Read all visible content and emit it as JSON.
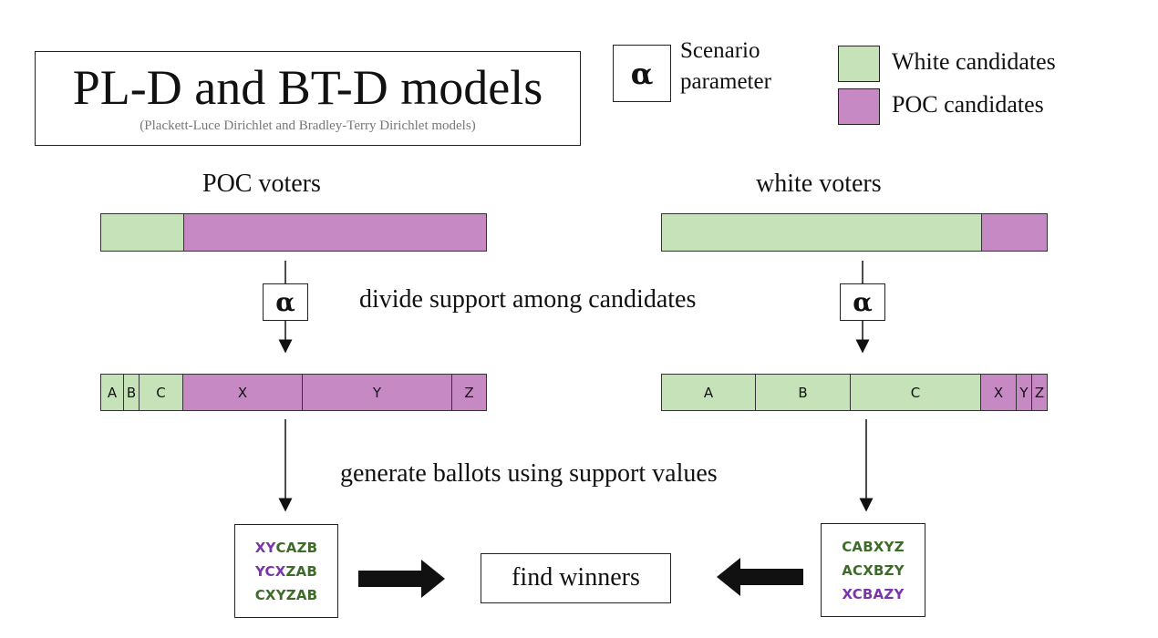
{
  "title": {
    "main": "PL-D and BT-D models",
    "subtitle": "(Plackett-Luce Dirichlet and Bradley-Terry Dirichlet models)"
  },
  "legend": {
    "alpha_symbol": "α",
    "alpha_label_line1": "Scenario",
    "alpha_label_line2": "parameter",
    "white_label": "White candidates",
    "poc_label": "POC candidates",
    "white_color": "#c6e2b8",
    "poc_color": "#c789c4"
  },
  "groups": {
    "poc_title": "POC voters",
    "white_title": "white voters"
  },
  "steps": {
    "divide": "divide support among candidates",
    "generate": "generate ballots using support values",
    "find": "find winners"
  },
  "alpha_symbol": "α",
  "poc_bar": {
    "labels": [
      "A",
      "B",
      "C",
      "X",
      "Y",
      "Z"
    ]
  },
  "white_bar": {
    "labels": [
      "A",
      "B",
      "C",
      "X",
      "Y",
      "Z"
    ]
  },
  "ballots": {
    "poc": [
      [
        [
          "XY",
          "p"
        ],
        [
          "CAZB",
          "g"
        ]
      ],
      [
        [
          "YCX",
          "p"
        ],
        [
          "ZAB",
          "g"
        ]
      ],
      [
        [
          "CXYZAB",
          "g"
        ]
      ]
    ],
    "white": [
      [
        [
          "CABXYZ",
          "g"
        ]
      ],
      [
        [
          "ACXBZY",
          "g"
        ]
      ],
      [
        [
          "XCBAZY",
          "p"
        ]
      ]
    ],
    "poc_text": [
      "XYCAZB",
      "YCXZAB",
      "CXYZAB"
    ],
    "white_text": [
      "CABXYZ",
      "ACXBZY",
      "XCBAZY"
    ]
  }
}
